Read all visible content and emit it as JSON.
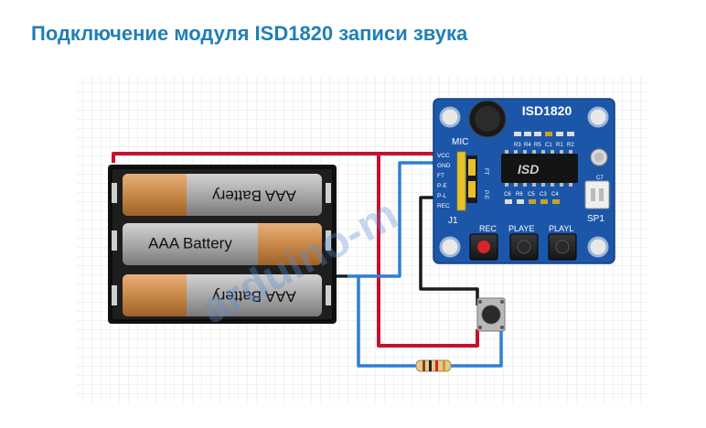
{
  "page": {
    "title": "Подключение модуля ISD1820 записи звука"
  },
  "battery": {
    "cell_label": "AAA Battery"
  },
  "module": {
    "name": "ISD1820",
    "chip_text": "ISD",
    "mic_label": "MIC",
    "jumper_label": "J1",
    "speaker_label": "SP1",
    "pins": [
      "VCC",
      "GND",
      "FT",
      "P-E",
      "P-L",
      "REC"
    ],
    "jumper_pins": [
      "FT",
      "P-E"
    ],
    "top_components": [
      "R3",
      "R4",
      "R5",
      "C1",
      "R1",
      "R2"
    ],
    "mid_components": [
      "C6",
      "R6",
      "C5",
      "C3",
      "C4"
    ],
    "side_label": "C7",
    "buttons": [
      "REC",
      "PLAYE",
      "PLAYL"
    ]
  },
  "watermark": "arduino-m",
  "colors": {
    "title": "#1f7fb8",
    "board": "#1c56a8",
    "wire_red": "#c8102e",
    "wire_black": "#1a1a1a",
    "wire_blue": "#2f7fd6"
  }
}
